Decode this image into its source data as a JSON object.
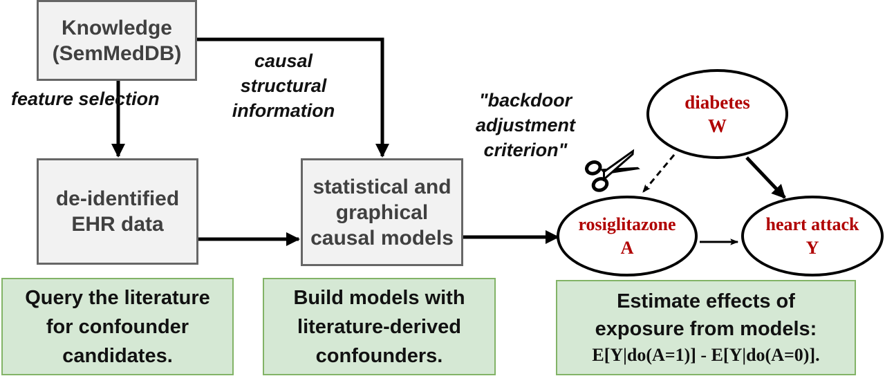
{
  "boxes": {
    "knowledge": "Knowledge\n(SemMedDB)",
    "ehr": "de-identified\nEHR data",
    "models": "statistical and\ngraphical\ncausal models"
  },
  "labels": {
    "feature_selection": "feature\nselection",
    "causal_info": "causal\nstructural\ninformation",
    "backdoor": "\"backdoor\nadjustment\ncriterion\""
  },
  "nodes": {
    "diabetes": {
      "name": "diabetes",
      "symbol": "W"
    },
    "rosiglitazone": {
      "name": "rosiglitazone",
      "symbol": "A"
    },
    "heart_attack": {
      "name": "heart attack",
      "symbol": "Y"
    }
  },
  "steps": {
    "query": "Query the literature\nfor confounder\ncandidates.",
    "build": "Build models with\nliterature-derived\nconfounders.",
    "estimate": "Estimate effects of\nexposure from models:",
    "formula": "E[Y|do(A=1)] - E[Y|do(A=0)]."
  },
  "colors": {
    "box_fill": "#f2f2f2",
    "box_border": "#666666",
    "green_fill": "#d5e8d4",
    "green_border": "#82b366",
    "node_text": "#b00000"
  },
  "icons": {
    "scissors": "scissors-icon"
  }
}
